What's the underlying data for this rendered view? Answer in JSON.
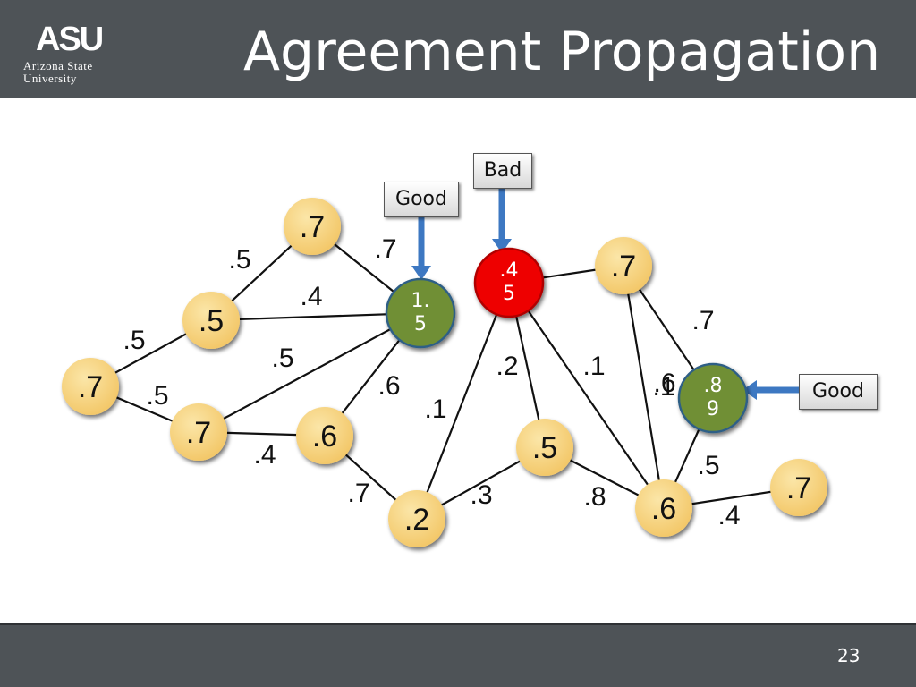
{
  "header": {
    "logo_mark": "ASU",
    "logo_line1": "Arizona State",
    "logo_line2": "University",
    "title": "Agreement Propagation"
  },
  "footer": {
    "page_number": "23"
  },
  "colors": {
    "header_bg": "#4e5357",
    "node_yellow": "#f7d27a",
    "node_green": "#6f8f35",
    "node_red": "#ee0000",
    "arrow_blue": "#3d78c2"
  },
  "graph": {
    "nodes": [
      {
        "id": "n1",
        "label": ".7",
        "kind": "yellow"
      },
      {
        "id": "n2",
        "label": ".5",
        "kind": "yellow"
      },
      {
        "id": "n3",
        "label": ".7",
        "kind": "yellow"
      },
      {
        "id": "n4",
        "label": ".7",
        "kind": "yellow"
      },
      {
        "id": "n5",
        "label": ".6",
        "kind": "yellow"
      },
      {
        "id": "n6",
        "label": ".2",
        "kind": "yellow"
      },
      {
        "id": "n7",
        "label": ".5",
        "kind": "yellow"
      },
      {
        "id": "n8",
        "label": ".6",
        "kind": "yellow"
      },
      {
        "id": "n9",
        "label": ".7",
        "kind": "yellow"
      },
      {
        "id": "n10",
        "label": ".7",
        "kind": "yellow"
      },
      {
        "id": "g1",
        "label": "1.\n5",
        "kind": "green"
      },
      {
        "id": "r1",
        "label": ".4\n5",
        "kind": "red"
      },
      {
        "id": "g2",
        "label": ".8\n9",
        "kind": "green"
      }
    ],
    "edges": [
      {
        "from": "n2",
        "to": "n1",
        "label": ".5"
      },
      {
        "from": "n1",
        "to": "g1",
        "label": ".7"
      },
      {
        "from": "n2",
        "to": "g1",
        "label": ".4"
      },
      {
        "from": "n3",
        "to": "n2",
        "label": ".5"
      },
      {
        "from": "n3",
        "to": "n4",
        "label": ".5"
      },
      {
        "from": "n4",
        "to": "g1",
        "label": ".5"
      },
      {
        "from": "n5",
        "to": "g1",
        "label": ".6"
      },
      {
        "from": "n4",
        "to": "n5",
        "label": ".4"
      },
      {
        "from": "n5",
        "to": "n6",
        "label": ".7"
      },
      {
        "from": "n6",
        "to": "r1",
        "label": ".1"
      },
      {
        "from": "r1",
        "to": "n7",
        "label": ".2"
      },
      {
        "from": "r1",
        "to": "n8",
        "label": ".1"
      },
      {
        "from": "r1",
        "to": "n9",
        "label": ".1"
      },
      {
        "from": "n6",
        "to": "n7",
        "label": ".3"
      },
      {
        "from": "n7",
        "to": "n8",
        "label": ".8"
      },
      {
        "from": "n9",
        "to": "n8",
        "label": ".6"
      },
      {
        "from": "n9",
        "to": "g2",
        "label": ".7"
      },
      {
        "from": "g2",
        "to": "n8",
        "label": ".5"
      },
      {
        "from": "n8",
        "to": "n10",
        "label": ".4"
      }
    ],
    "callouts": [
      {
        "text": "Good",
        "target": "g1"
      },
      {
        "text": "Bad",
        "target": "r1"
      },
      {
        "text": "Good",
        "target": "g2"
      }
    ]
  }
}
